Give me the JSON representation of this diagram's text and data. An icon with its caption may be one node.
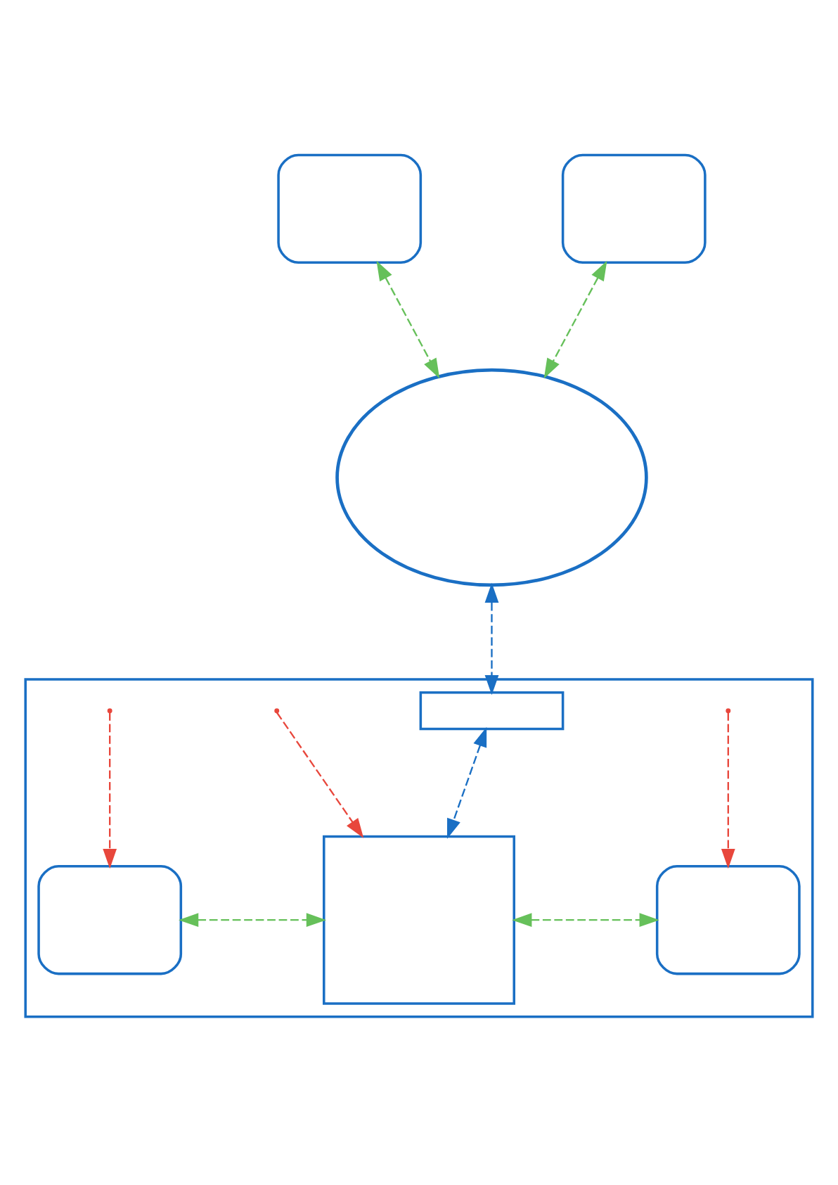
{
  "diagram": {
    "nodes": [
      {
        "text": [],
        "shape": "laptop"
      },
      {
        "text": [],
        "shape": "laptop"
      },
      {
        "text": [],
        "shape": "cloud"
      },
      {
        "text": [],
        "shape": "box"
      },
      {
        "text": [],
        "shape": "switch",
        "in": 3
      },
      {
        "text": [],
        "shape": "laptop",
        "in": 3
      },
      {
        "text": [],
        "shape": "box",
        "in": 3
      },
      {
        "text": [],
        "shape": "laptop",
        "in": 3
      }
    ],
    "edges": [
      {
        "from": 0,
        "to": 2,
        "arrow": "both",
        "style": "dashed",
        "color": "#66c05a"
      },
      {
        "from": 1,
        "to": 2,
        "arrow": "both",
        "style": "dashed",
        "color": "#66c05a"
      },
      {
        "from": 2,
        "to": 4,
        "arrow": "both",
        "style": "dashed",
        "color": "#1a6fc4"
      },
      {
        "from": 4,
        "to": 6,
        "arrow": "both",
        "style": "dashed",
        "color": "#1a6fc4"
      },
      {
        "from": 5,
        "to": 6,
        "arrow": "both",
        "style": "dashed",
        "color": "#66c05a"
      },
      {
        "from": 6,
        "to": 7,
        "arrow": "both",
        "style": "dashed",
        "color": "#66c05a"
      },
      {
        "from": null,
        "to": 5,
        "arrow": "to",
        "style": "dashed",
        "color": "#e8473c"
      },
      {
        "from": null,
        "to": 6,
        "arrow": "to",
        "style": "dashed",
        "color": "#e8473c"
      },
      {
        "from": null,
        "to": 7,
        "arrow": "to",
        "style": "dashed",
        "color": "#e8473c"
      }
    ]
  }
}
